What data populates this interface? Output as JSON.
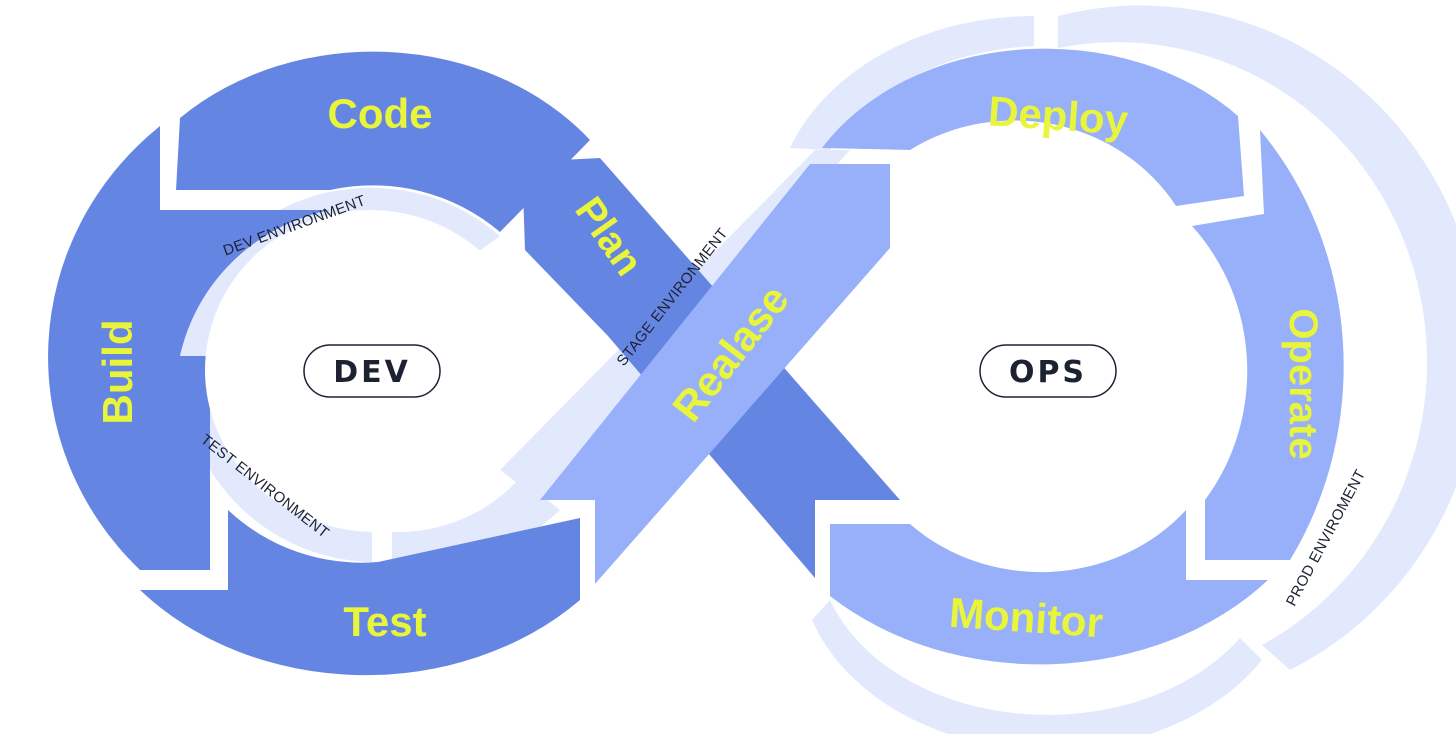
{
  "colors": {
    "dev_blue": "#6585e3",
    "ops_blue": "#97b0f9",
    "pale_band": "#e3e9fd",
    "label_yellow": "#e8f53a",
    "hub_text": "#1d2233"
  },
  "dev": {
    "hub_label": "DEV",
    "stages": {
      "code": "Code",
      "build": "Build",
      "test": "Test",
      "plan": "Plan"
    },
    "environments": {
      "dev_env": "DEV ENVIRONMENT",
      "test_env": "TEST ENVIRONMENT"
    }
  },
  "ops": {
    "hub_label": "OPS",
    "stages": {
      "deploy": "Deploy",
      "operate": "Operate",
      "monitor": "Monitor",
      "release": "Realase"
    },
    "environments": {
      "stage_env": "STAGE ENVIRONMENT",
      "prod_env": "PROD ENVIROMENT"
    }
  }
}
